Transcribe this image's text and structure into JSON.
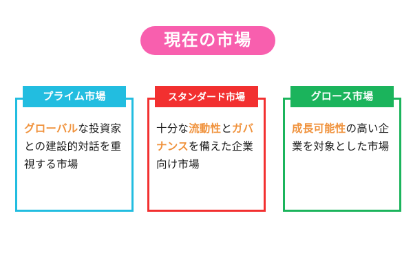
{
  "title": {
    "text": "現在の市場",
    "badge_color": "#f85fae",
    "text_color": "#ffffff"
  },
  "highlight_color": "#f0923c",
  "body_text_color": "#1a1a1a",
  "cards": [
    {
      "header": "プライム市場",
      "accent_color": "#22bde0",
      "description_full": "グローバルな投資家との建設的対話を重視する市場",
      "segments": [
        {
          "text": "グローバル",
          "highlight": true
        },
        {
          "text": "な投資家との建設的対話を重視する市場",
          "highlight": false
        }
      ]
    },
    {
      "header": "スタンダード市場",
      "accent_color": "#f23030",
      "description_full": "十分な流動性とガバナンスを備えた企業向け市場",
      "segments": [
        {
          "text": "十分な",
          "highlight": false
        },
        {
          "text": "流動性",
          "highlight": true
        },
        {
          "text": "と",
          "highlight": false
        },
        {
          "text": "ガバナンス",
          "highlight": true
        },
        {
          "text": "を備えた企業向け市場",
          "highlight": false
        }
      ]
    },
    {
      "header": "グロース市場",
      "accent_color": "#1bb45c",
      "description_full": "成長可能性の高い企業を対象とした市場",
      "segments": [
        {
          "text": "成長可能性",
          "highlight": true
        },
        {
          "text": "の高い企業を対象とした市場",
          "highlight": false
        }
      ]
    }
  ]
}
